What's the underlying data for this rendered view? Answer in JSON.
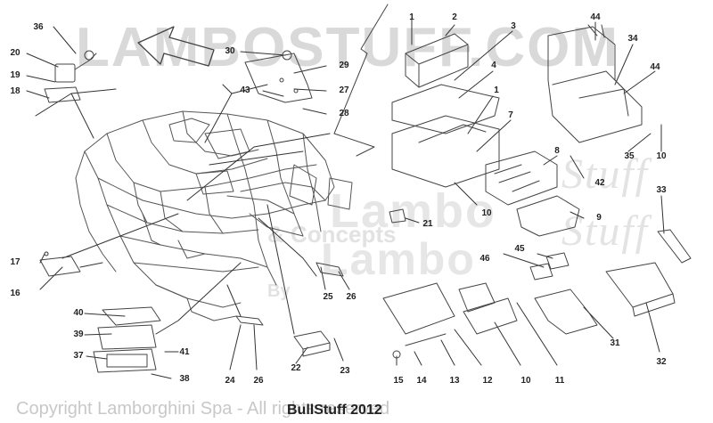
{
  "watermark": {
    "site": "LAMBOSTUFF.COM",
    "brand": "Lambo",
    "script": "Stuff",
    "concepts": "& Concepts",
    "by": "By"
  },
  "copyright": "Copyright Lamborghini Spa - All rights reserved",
  "stamp": "BullStuff 2012",
  "callouts": [
    {
      "id": "36"
    },
    {
      "id": "20"
    },
    {
      "id": "19"
    },
    {
      "id": "18"
    },
    {
      "id": "30"
    },
    {
      "id": "29"
    },
    {
      "id": "27"
    },
    {
      "id": "43"
    },
    {
      "id": "28"
    },
    {
      "id": "1"
    },
    {
      "id": "2"
    },
    {
      "id": "3"
    },
    {
      "id": "4"
    },
    {
      "id": "1"
    },
    {
      "id": "7"
    },
    {
      "id": "8"
    },
    {
      "id": "10"
    },
    {
      "id": "21"
    },
    {
      "id": "9"
    },
    {
      "id": "44"
    },
    {
      "id": "34"
    },
    {
      "id": "44"
    },
    {
      "id": "35"
    },
    {
      "id": "42"
    },
    {
      "id": "10"
    },
    {
      "id": "33"
    },
    {
      "id": "45"
    },
    {
      "id": "46"
    },
    {
      "id": "17"
    },
    {
      "id": "16"
    },
    {
      "id": "25"
    },
    {
      "id": "26"
    },
    {
      "id": "40"
    },
    {
      "id": "39"
    },
    {
      "id": "41"
    },
    {
      "id": "37"
    },
    {
      "id": "38"
    },
    {
      "id": "24"
    },
    {
      "id": "26"
    },
    {
      "id": "22"
    },
    {
      "id": "23"
    },
    {
      "id": "15"
    },
    {
      "id": "14"
    },
    {
      "id": "13"
    },
    {
      "id": "12"
    },
    {
      "id": "10"
    },
    {
      "id": "11"
    },
    {
      "id": "31"
    },
    {
      "id": "32"
    }
  ]
}
